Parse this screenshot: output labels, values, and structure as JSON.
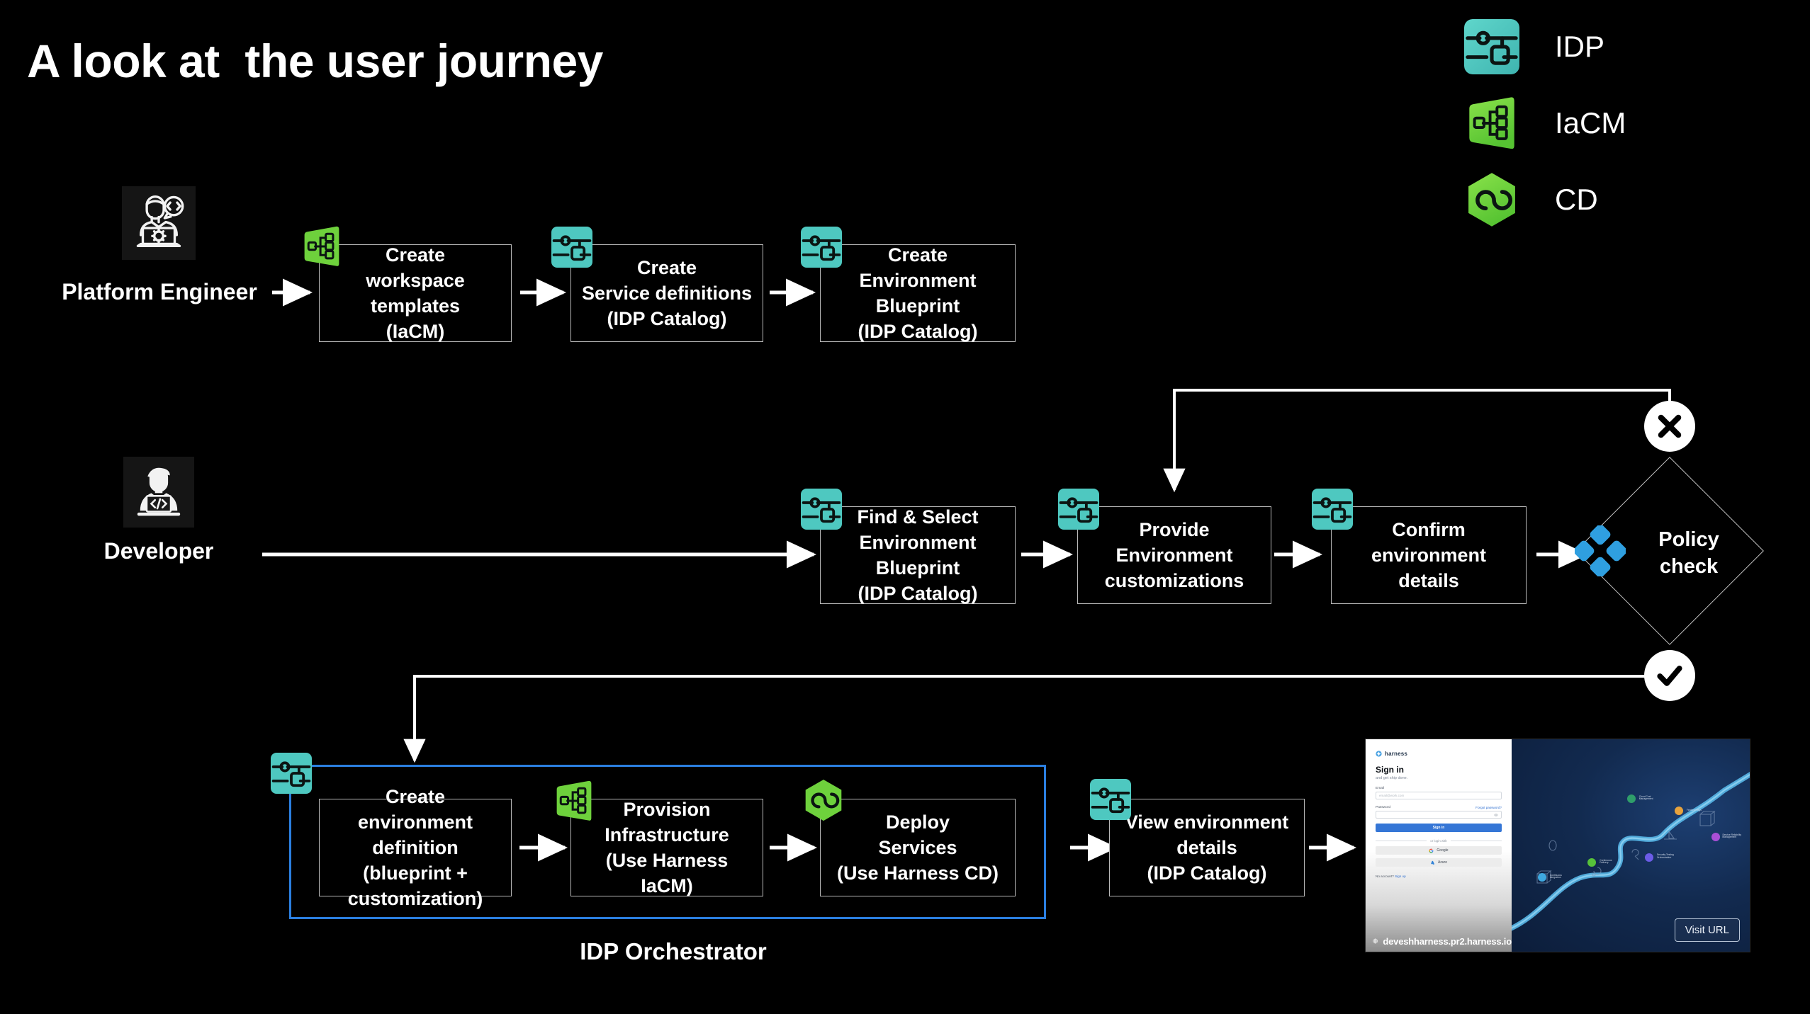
{
  "page": {
    "title": "A look at  the user journey",
    "background": "#000000"
  },
  "colors": {
    "idp_teal": "#4ec8c0",
    "iacm_green": "#6cce3a",
    "cd_green": "#6cce3a",
    "policy_blue": "#2f9fe0",
    "orchestrator_border": "#2b7fe0",
    "box_border": "#b9b9b9",
    "text": "#ffffff"
  },
  "legend": {
    "items": [
      {
        "label": "IDP",
        "icon": "idp-icon"
      },
      {
        "label": "IaCM",
        "icon": "iacm-icon"
      },
      {
        "label": "CD",
        "icon": "cd-icon"
      }
    ]
  },
  "rows": {
    "platform_engineer": {
      "persona_label": "Platform Engineer",
      "persona_icon": "platform-engineer-avatar-icon",
      "steps": [
        {
          "text": "Create\nworkspace templates\n(IaCM)",
          "badge": "iacm-icon"
        },
        {
          "text": "Create\nService definitions\n(IDP Catalog)",
          "badge": "idp-icon"
        },
        {
          "text": "Create\nEnvironment Blueprint\n(IDP Catalog)",
          "badge": "idp-icon"
        }
      ]
    },
    "developer": {
      "persona_label": "Developer",
      "persona_icon": "developer-avatar-icon",
      "steps": [
        {
          "text": "Find & Select\nEnvironment Blueprint\n(IDP Catalog)",
          "badge": "idp-icon"
        },
        {
          "text": "Provide\nEnvironment\ncustomizations",
          "badge": "idp-icon"
        },
        {
          "text": "Confirm environment\ndetails",
          "badge": "idp-icon"
        }
      ],
      "decision": {
        "label": "Policy\ncheck",
        "icon": "policy-icon",
        "reject_icon": "reject-cross-icon",
        "approve_icon": "approve-check-icon"
      }
    },
    "orchestrator": {
      "container_label": "IDP Orchestrator",
      "container_badge": "idp-icon",
      "steps": [
        {
          "text": "Create environment\ndefinition (blueprint +\ncustomization)",
          "badge": null
        },
        {
          "text": "Provision\nInfrastructure\n(Use Harness IaCM)",
          "badge": "iacm-icon"
        },
        {
          "text": "Deploy\nServices\n(Use Harness CD)",
          "badge": "cd-icon"
        }
      ],
      "final_step": {
        "text": "View environment\ndetails\n(IDP Catalog)",
        "badge": "idp-icon"
      }
    }
  },
  "thumbnail": {
    "brand": "harness",
    "heading": "Sign in",
    "subheading": "and get ship done.",
    "email_label": "Email",
    "email_placeholder": "email@work.com",
    "password_label": "Password",
    "forgot_link": "Forgot password?",
    "signin_button": "Sign in",
    "divider": "or login with",
    "oauth": [
      "Google",
      "Azure"
    ],
    "no_account": "No account?",
    "signup_link": "Sign up",
    "url": "deveshharness.pr2.harness.io",
    "visit_button": "Visit URL",
    "modules": [
      "Continuous\nIntegration",
      "Continuous\nDelivery",
      "Cloud Cost\nManagement",
      "Feature Flags",
      "Security Testing\nOrchestration",
      "Service Reliability\nManagement"
    ]
  }
}
